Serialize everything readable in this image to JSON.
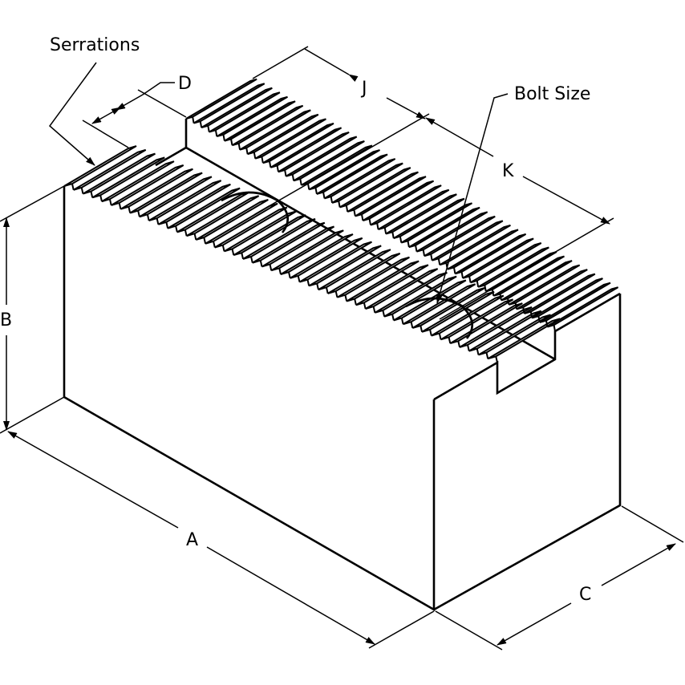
{
  "labels": {
    "serrations": "Serrations",
    "d": "D",
    "j": "J",
    "bolt_size": "Bolt Size",
    "k": "K",
    "b": "B",
    "a": "A",
    "c": "C"
  },
  "colors": {
    "line": "#000000",
    "background": "#ffffff"
  }
}
